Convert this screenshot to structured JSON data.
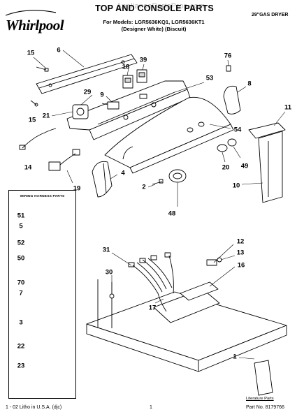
{
  "header": {
    "brand": "Whirlpool",
    "watermark": "AppliancePartsPros.com",
    "title": "TOP AND CONSOLE PARTS",
    "models_line1": "For Models: LGR5636KQ1, LGR5636KT1",
    "models_line2": "(Designer White)    (Biscuit)",
    "product": "29\"GAS DRYER"
  },
  "wiring_box": {
    "title": "WIRING HARNESS PARTS"
  },
  "literature": {
    "label": "Literature Parts"
  },
  "footer": {
    "left": "1 - 02 Litho in U.S.A. (djc)",
    "center": "1",
    "right": "Part No. 8179766"
  },
  "callouts": [
    "15",
    "6",
    "18",
    "39",
    "76",
    "8",
    "53",
    "29",
    "9",
    "21",
    "15",
    "54",
    "11",
    "14",
    "20",
    "49",
    "4",
    "19",
    "10",
    "2",
    "48",
    "51",
    "5",
    "52",
    "50",
    "70",
    "7",
    "3",
    "22",
    "23",
    "31",
    "12",
    "13",
    "30",
    "16",
    "17",
    "1"
  ],
  "colors": {
    "line": "#000000",
    "fill": "#ffffff",
    "shade": "#d9d9d9",
    "watermark": "#b8b8b8"
  }
}
